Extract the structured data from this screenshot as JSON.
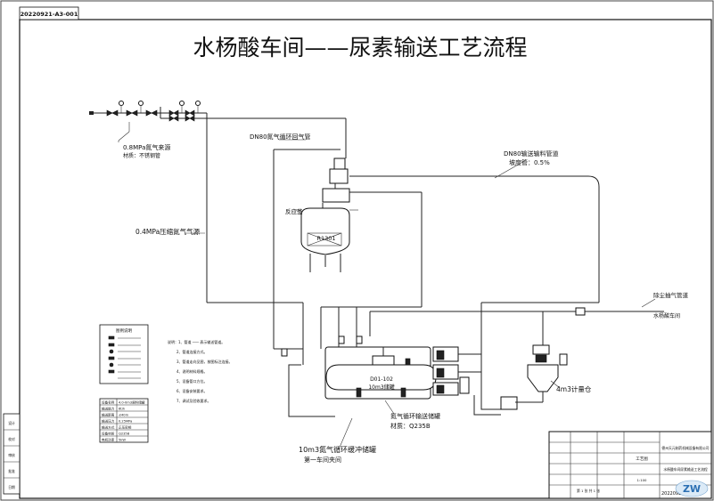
{
  "drawing": {
    "number": "20220921-A3-001",
    "title": "水杨酸车间——尿素输送工艺流程"
  },
  "labels": {
    "steam_supply_line1": "0.8MPa氮气来源",
    "steam_supply_line2": "材质：不锈钢管",
    "air_source": "0.4MPa压缩氮气气源",
    "return_pipe": "DN80氮气循环回气管",
    "feed_pipe_line1": "DN80输送输料管道",
    "feed_pipe_line2": "坡度管：0.5%",
    "reactor": "反应釜",
    "reactor_tag": "R1301",
    "to_dust": "除尘抽气管道",
    "to_hopper": "水杨酸车间",
    "tank_tag": "D01-102",
    "tank_sub": "10m3储罐",
    "tank_pipe_line1": "氮气循环输送储罐",
    "tank_pipe_line2": "材质：Q235B",
    "tank_name_line1": "10m3氮气循环缓冲储罐",
    "tank_name_line2": "第一车间夹间",
    "scale_hopper": "4m3计量仓",
    "legend_title": "图例说明"
  },
  "notes": [
    "说明：1、管道 ─── 表示输送管道。",
    "2、管道连接方式。",
    "3、管道走向见图，按图标注连接。",
    "4、说明材料规格。",
    "5、设备管口方位。",
    "6、设备安装要求。",
    "7、调试及验收要求。"
  ],
  "spec_table": [
    [
      "设备名称",
      "4.0-0m3原料储罐"
    ],
    [
      "输送能力",
      "6t/h"
    ],
    [
      "输送距离",
      "≤40m"
    ],
    [
      "输送压力",
      "0.25MPa"
    ],
    [
      "输送方式",
      "正压密相"
    ],
    [
      "设备材质",
      "Q235B"
    ],
    [
      "电机功率",
      "5kW"
    ]
  ],
  "left_strip": [
    "设计",
    "校对",
    "审核",
    "批准",
    "日期"
  ],
  "title_block": {
    "company": "德州天元制药机械设备有限公司",
    "project": "工艺图",
    "drawing_name": "水杨酸车间尿素输送工艺流程",
    "sheet": "第 1 张 共 1 张",
    "number": "20220921",
    "scale": "1:100",
    "logo": "ZW"
  }
}
